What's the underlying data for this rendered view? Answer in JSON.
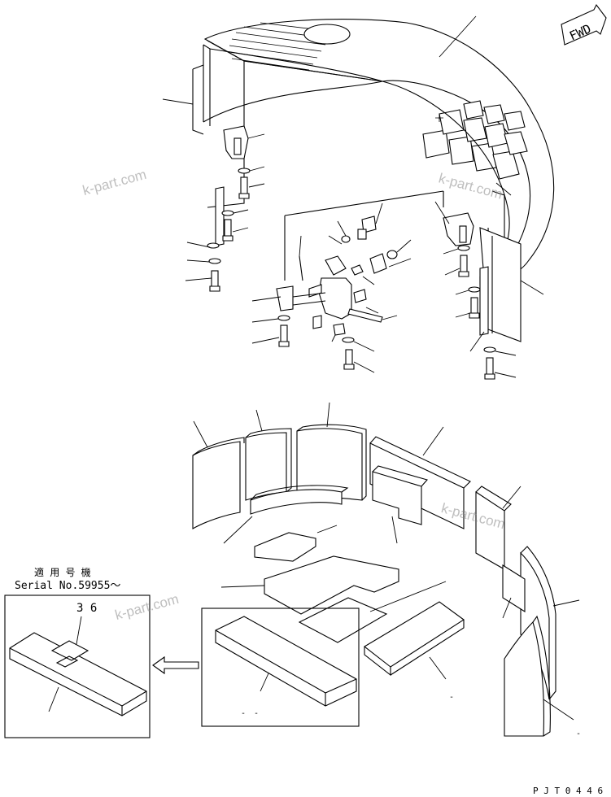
{
  "fwd_label": "FWD",
  "serial_label_jp": "適 用 号 機",
  "serial_label": "Serial No.59955～",
  "callout_number": "3 6",
  "drawing_code": "P J T 0 4 4 6",
  "watermarks": [
    "k-part.com",
    "k-part.com",
    "k-part.com",
    "k-part.com"
  ],
  "colors": {
    "line": "#000000",
    "background": "#ffffff",
    "watermark": "#8a8a8a"
  }
}
